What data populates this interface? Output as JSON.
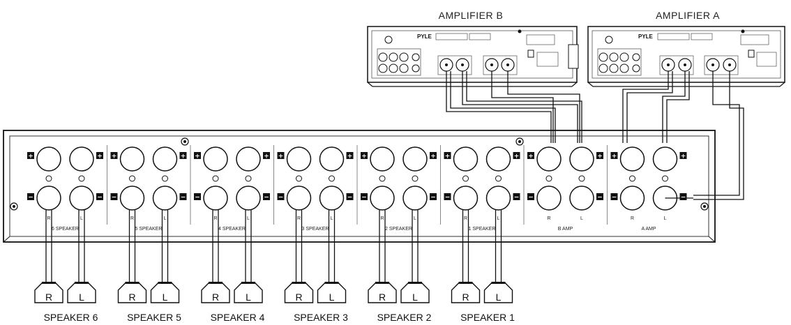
{
  "amplifier_b": {
    "title": "AMPLIFIER B",
    "brand": "PYLE"
  },
  "amplifier_a": {
    "title": "AMPLIFIER A",
    "brand": "PYLE"
  },
  "switcher": {
    "groups": [
      {
        "label": "6  SPEAKER",
        "r": "R",
        "l": "L"
      },
      {
        "label": "5  SPEAKER",
        "r": "R",
        "l": "L"
      },
      {
        "label": "4  SPEAKER",
        "r": "R",
        "l": "L"
      },
      {
        "label": "3  SPEAKER",
        "r": "R",
        "l": "L"
      },
      {
        "label": "2  SPEAKER",
        "r": "R",
        "l": "L"
      },
      {
        "label": "1  SPEAKER",
        "r": "R",
        "l": "L"
      },
      {
        "label": "B  AMP",
        "r": "R",
        "l": "L"
      },
      {
        "label": "A  AMP",
        "r": "R",
        "l": "L"
      }
    ],
    "plus": "+",
    "minus": "−"
  },
  "speakers": [
    {
      "name": "SPEAKER 6",
      "r": "R",
      "l": "L"
    },
    {
      "name": "SPEAKER 5",
      "r": "R",
      "l": "L"
    },
    {
      "name": "SPEAKER 4",
      "r": "R",
      "l": "L"
    },
    {
      "name": "SPEAKER 3",
      "r": "R",
      "l": "L"
    },
    {
      "name": "SPEAKER 2",
      "r": "R",
      "l": "L"
    },
    {
      "name": "SPEAKER 1",
      "r": "R",
      "l": "L"
    }
  ],
  "colors": {
    "line": "#111111",
    "panel": "#ffffff",
    "terminal": "#111111"
  }
}
